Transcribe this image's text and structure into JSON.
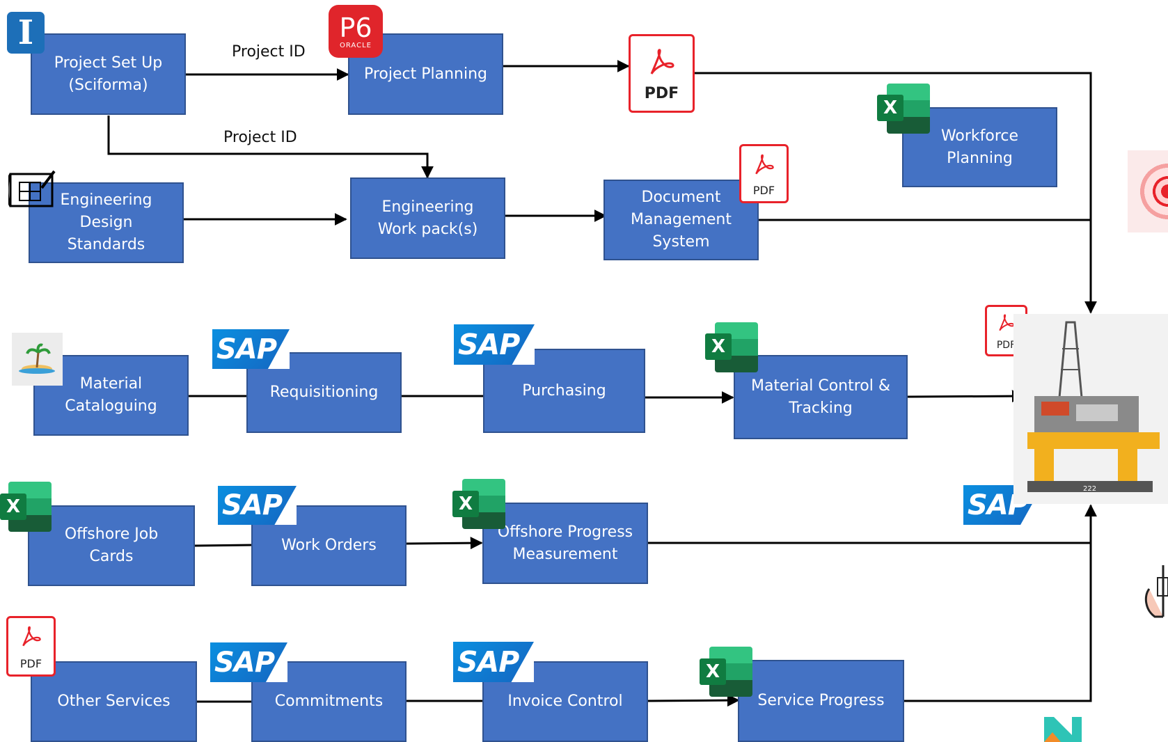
{
  "boxes": {
    "project_setup": "Project Set Up\n(Sciforma)",
    "project_planning": "Project Planning",
    "workforce_planning": "Workforce\nPlanning",
    "engineering_design_standards": "Engineering\nDesign\nStandards",
    "engineering_work_packs": "Engineering\nWork pack(s)",
    "document_management": "Document\nManagement\nSystem",
    "material_cataloguing": "Material\nCataloguing",
    "requisitioning": "Requisitioning",
    "purchasing": "Purchasing",
    "material_control": "Material Control &\nTracking",
    "offshore_job_cards": "Offshore Job\nCards",
    "work_orders": "Work Orders",
    "offshore_progress": "Offshore Progress\nMeasurement",
    "other_services": "Other Services",
    "commitments": "Commitments",
    "invoice_control": "Invoice Control",
    "service_progress": "Service Progress"
  },
  "edge_labels": {
    "setup_to_planning": "Project ID",
    "setup_to_workpacks": "Project ID"
  },
  "logos": {
    "p6_text": "P6",
    "oracle_text": "ORACLE",
    "pdf_text": "PDF",
    "sap_text": "SAP",
    "excel_text": "X",
    "rig_badge": "222",
    "sciforma_letter": "I"
  },
  "colors": {
    "box_fill": "#4472C4",
    "box_border": "#2F528F",
    "pdf_red": "#e8222a",
    "sap_blue": "#0a8fe0",
    "excel_green": "#107C41",
    "p6_red": "#e0252b"
  }
}
